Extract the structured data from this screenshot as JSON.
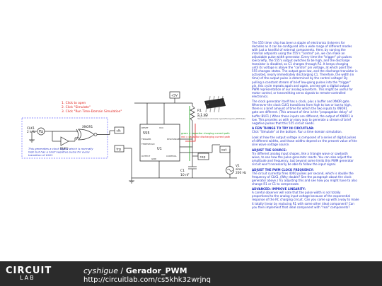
{
  "instructions": {
    "items": [
      "1. Click to open",
      "2. Click \"Simulate\"",
      "3. Click \"Run Time-Domain Simulation\""
    ],
    "color": "#e0201c"
  },
  "schematic": {
    "clk1_label": "CLK1",
    "clk1_freq": "2 kHz",
    "buf_label": "BUF1",
    "xnor_label": "XNOR1",
    "note_lines": [
      "This generates a clock signal which is normally",
      "high but has a brief negative pulse for every",
      "transition of CLK1"
    ],
    "node_clk": "clk",
    "node_trg": "trg",
    "node_cap": "cap",
    "node_out": "out",
    "supply": "+5V",
    "r1_name": "R1",
    "r1_value": "5.1 kΩ",
    "c1_name": "C1",
    "c1_value": "10 nF",
    "v1_name": "V1",
    "v1_type": "sine",
    "v1_freq": "200 Hz",
    "u1_name": "U1",
    "u1_type": "555",
    "pins": {
      "reset": "RESET",
      "vcc": "VCC",
      "trigger": "TRIGGER",
      "threshold": "THRESHOLD",
      "output": "OUTPUT",
      "discharge": "DISCHARGE",
      "control": "CONTROL",
      "gnd": "GND"
    },
    "probe_green": "green = capacitor charging current path",
    "probe_red": "red = capacitor discharging current path",
    "photo_caption": "Image credit:",
    "photo_url": "http://commons.wikimedia.org/wiki/File:Signetics_NE555N.JPG",
    "colors": {
      "wire": "#2a2a2a",
      "node_box": "#222222",
      "green": "#16a016",
      "red": "#e02020",
      "dashed": "#6a6aff",
      "note": "#2433c8"
    }
  },
  "description": {
    "color": "#2433c8",
    "paragraphs": [
      {
        "lines": [
          "The 555 timer chip has been a staple of electronics tinkerers for",
          "decades as it can be configured into a wide range of different modes",
          "with just a handful of external components. Here, by varying the",
          "internal setpoints using the 555's \"control\" pin, we can make an",
          "adjustable pulse width generator. Every time the \"trigger\" pin pulses",
          "low briefly, the 555's output switches to be high, and the discharge",
          "transistor is disabled, so C1 charges through R1. It keeps charging",
          "until its voltage is above the \"control\" pin voltage, at which point the",
          "555 changes states. The output goes low, and the discharge transistor is",
          "activated, nearly immediately discharging C1. Therefore, the width (in",
          "time) of the output pulse is determined by the control voltage! By",
          "pulling a constant stream of brief low-going pulses into the \"trigger\"",
          "pin, this cycle repeats again and again, and we get a digital output",
          "PWM representation of our analog waveform. This might be useful for",
          "motor control, or transmitting servo signals to remote-controlled",
          "electronics."
        ]
      },
      {
        "lines": [
          "The clock generator itself has a clock, plus a buffer and XNOR gate.",
          "Whenever the clock CLK1 transitions from high to low or low to high,",
          "there is a brief amount of time for which the two inputs to XNOR1",
          "gate are different. (This amount of time is the \"propagation delay\" of",
          "buffer BUF1.) When these inputs are different, the output of XNOR1 is",
          "low. This provides us with an easy way to generate a stream of brief",
          "negative pulses that this 555 circuit needs."
        ]
      },
      {
        "head": "A FEW THINGS TO TRY IN CIRCUITLAB:",
        "lines": [
          "Click \"Simulate\" at the bottom. Run a time domain simulation."
        ]
      },
      {
        "lines": [
          "Look at how the output voltage is composed of a series of digital pulses",
          "of different widths, and those widths depend on the present value of the",
          "sine wave voltage source."
        ]
      },
      {
        "head": "ADJUST THE SOURCE:",
        "lines": [
          "Try different analog input shapes, like a triangle wave or sawtooth",
          "wave, to see how the pulse generator reacts. You can also adjust the",
          "amplitude and frequency, but beyond some limits this PWM generator",
          "circuit won't necessarily be able to follow the input signal."
        ]
      },
      {
        "head": "ADJUST THE PWM CLOCK FREQUENCY:",
        "lines": [
          "The circuit currently fires 4000 pulses per second, which is double the",
          "frequency of CLK1. (Why double? See the paragraph about the clock",
          "generator above.) Try adjusting this and see how you might have to also",
          "change R1 or C1 to compensate."
        ]
      },
      {
        "head": "ADVANCED: IMPROVE LINEARITY:",
        "lines": [
          "A careful observer will note that the pulse width is not totally",
          "proportional to the analog input voltage because of the exponential",
          "response of the RC charging circuit. Can you come up with a way to make",
          "it totally linear by replacing R1 with some other ideal component? Can",
          "you then implement that ideal component with \"real\" components?"
        ]
      }
    ]
  },
  "footer": {
    "logo_line1": "CIRCUIT",
    "logo_line2": "LAB",
    "user": "cyshigue",
    "separator": " / ",
    "project": "Gerador_PWM",
    "url": "http://circuitlab.com/cs5khk32wrjnq",
    "bg": "#2b2b2b"
  }
}
